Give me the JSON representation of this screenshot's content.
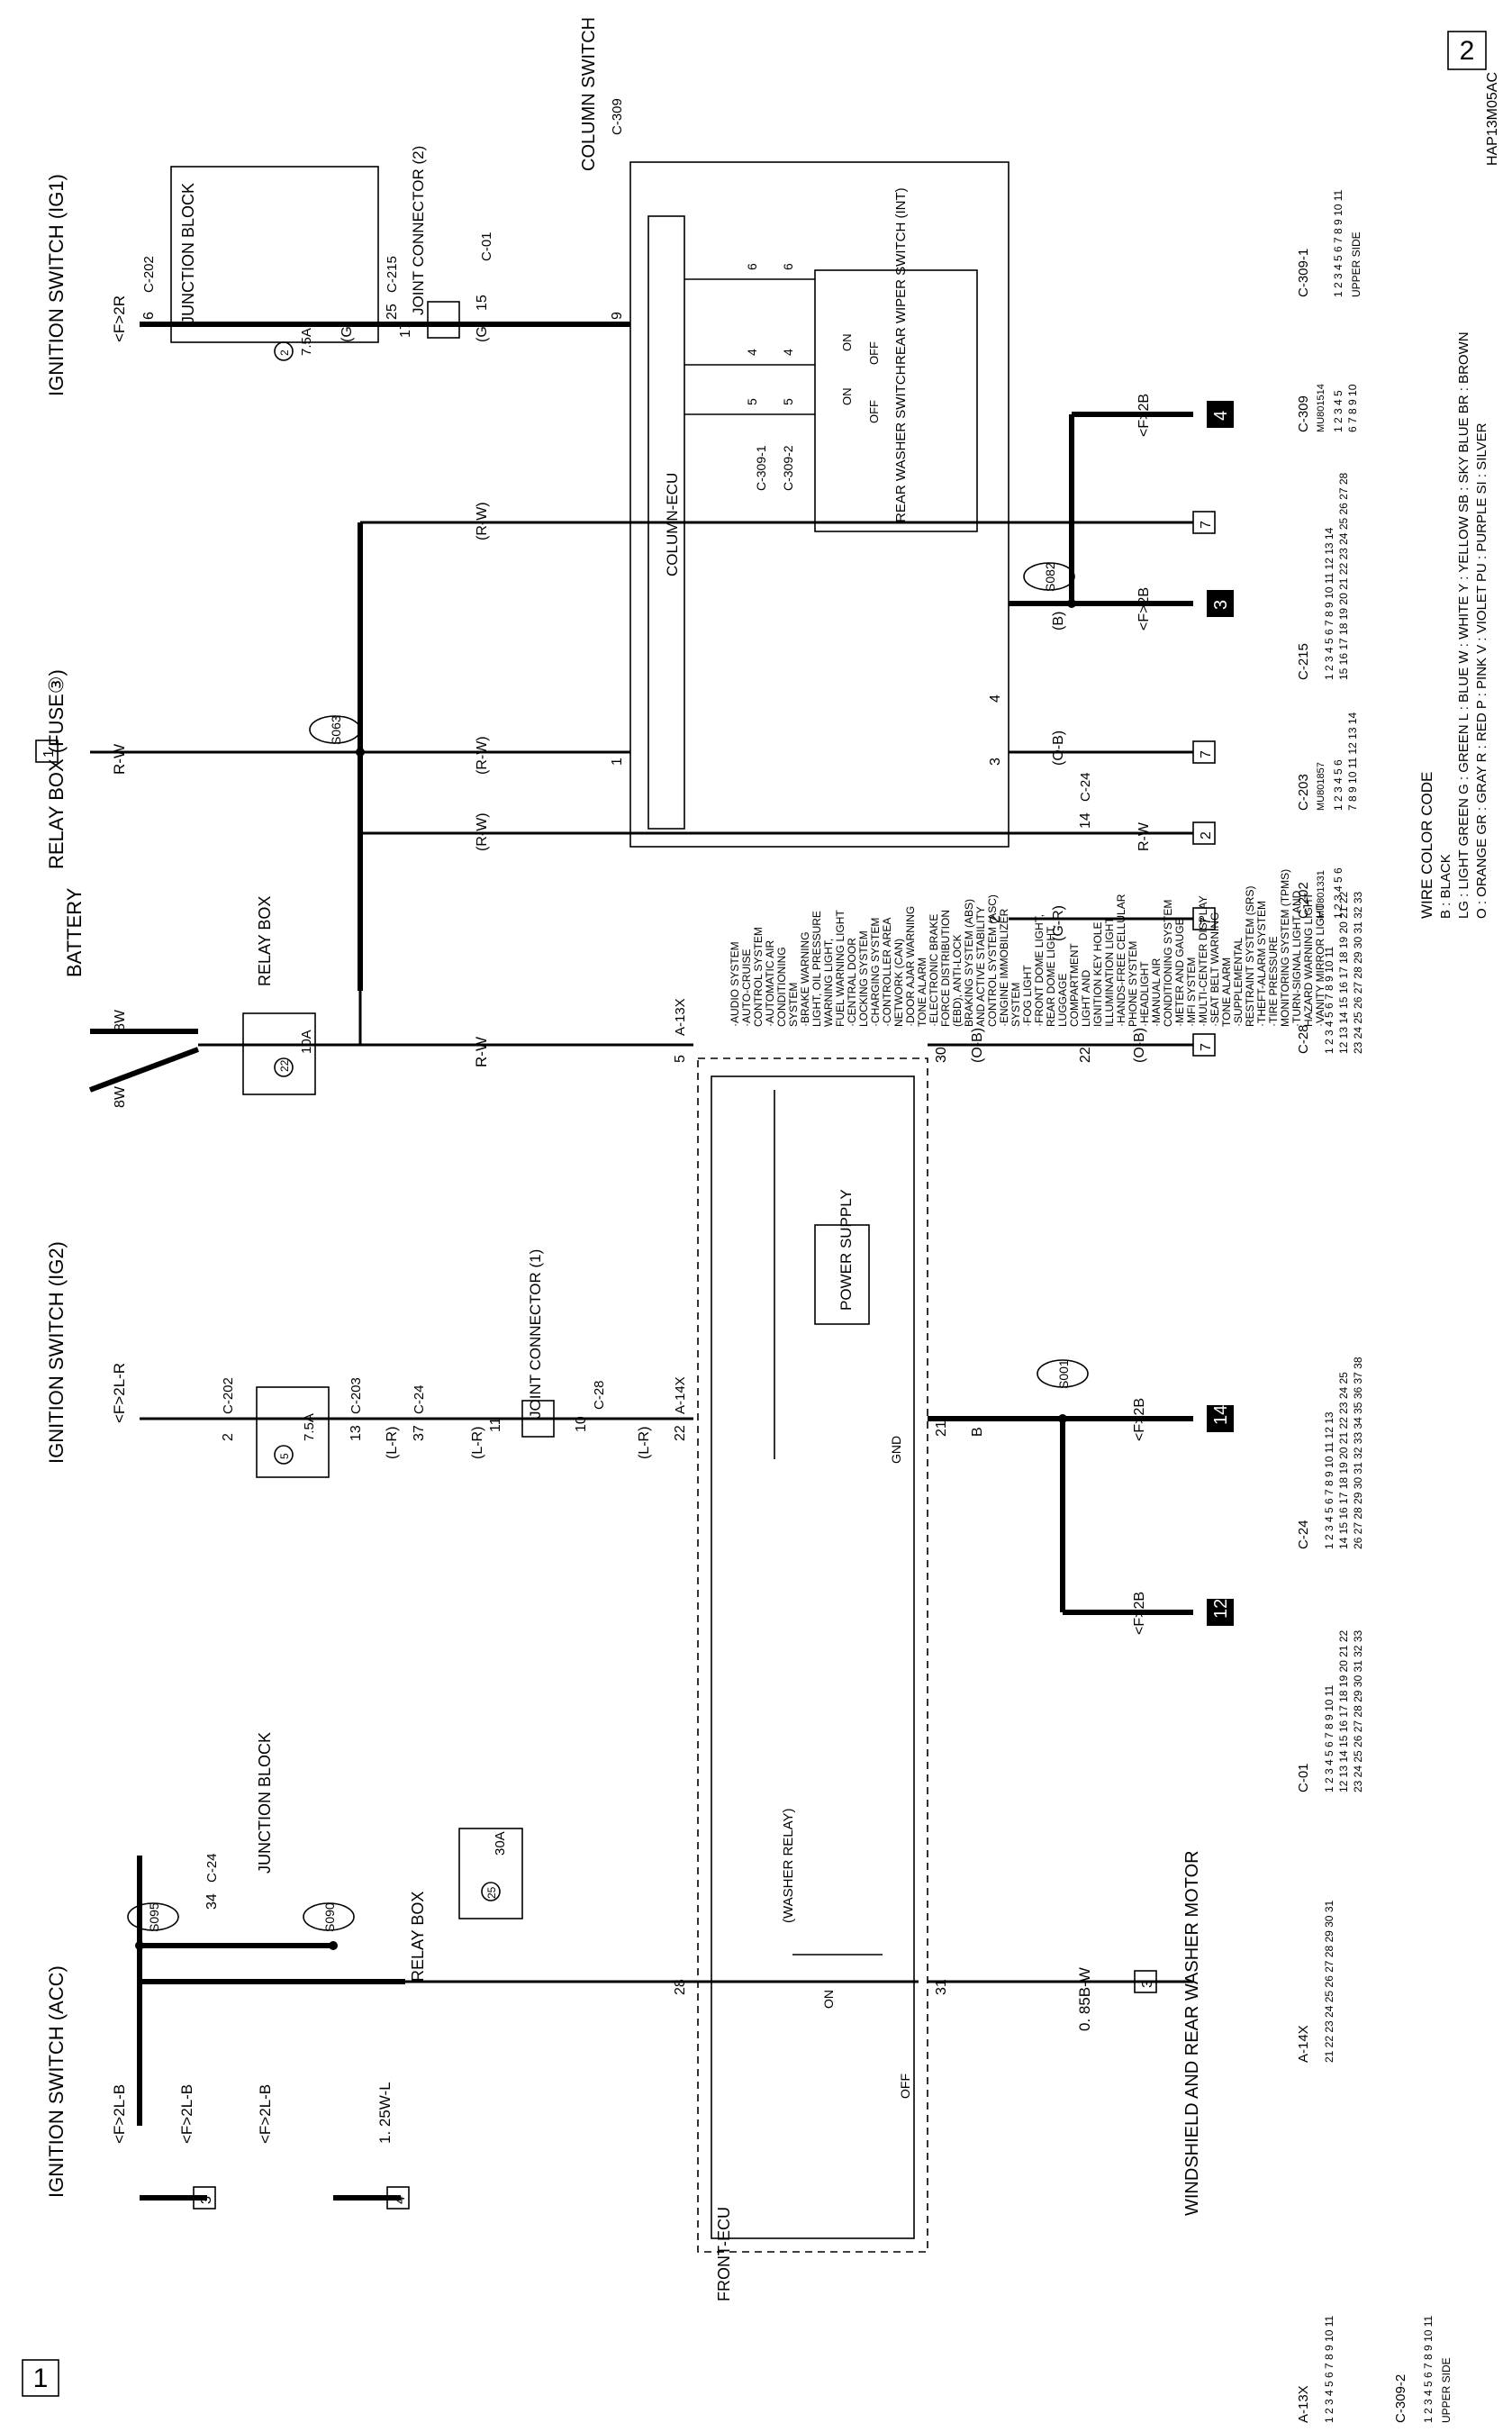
{
  "page_numbers": {
    "left": "1",
    "right": "2"
  },
  "drawing_code": "HAP13M05AC",
  "ignition": {
    "acc": "IGNITION SWITCH (ACC)",
    "ig2": "IGNITION SWITCH (IG2)",
    "ig1": "IGNITION SWITCH (IG1)"
  },
  "battery": "BATTERY",
  "relay_box": "RELAY BOX",
  "relay_box_fuse22": "RELAY BOX (FUSE③)",
  "junction_block": "JUNCTION BLOCK",
  "joint_connector_1": "JOINT CONNECTOR (1)",
  "joint_connector_2": "JOINT CONNECTOR (2)",
  "column_switch": "COLUMN SWITCH",
  "column_ecu": "COLUMN-ECU",
  "front_ecu": "FRONT-ECU",
  "power_supply": "POWER SUPPLY",
  "washer_relay": "(WASHER RELAY)",
  "washer_motor": "WINDSHIELD AND REAR WASHER MOTOR",
  "rear_washer_switch": "REAR WASHER SWITCH",
  "rear_wiper_switch": "REAR WIPER SWITCH (INT)",
  "gnd": "GND",
  "upper_side": "UPPER SIDE",
  "on": "ON",
  "off": "OFF",
  "fuses": {
    "f25": "25",
    "a30": "30A",
    "f5": "5",
    "a75": "7.5A",
    "f22": "22",
    "a10": "10A",
    "f2": "2",
    "a75b": "7.5A"
  },
  "splices": [
    "S095",
    "S090",
    "S001",
    "S063",
    "S082"
  ],
  "connectors": {
    "c24": "C-24",
    "c202": "C-202",
    "c203": "C-203",
    "c28": "C-28",
    "a14x": "A-14X",
    "a13x": "A-13X",
    "c215": "C-215",
    "c01": "C-01",
    "c309": "C-309",
    "c309_1": "C-309-1",
    "c309_2": "C-309-2"
  },
  "wires": {
    "f2lb": "<F>2L-B",
    "f2lr": "<F>2L-R",
    "f2r": "<F>2R",
    "f2b": "<F>2B",
    "lr": "(L-R)",
    "rw": "R-W",
    "rwp": "(R-W)",
    "ob": "(O-B)",
    "gr": "(G-R)",
    "g": "(G)",
    "b": "B",
    "bp": "(B)",
    "w125": "1. 25W-L",
    "w085": "0. 85B-W",
    "w8": "8W"
  },
  "pins": {
    "p34": "34",
    "p28": "28",
    "p31": "31",
    "p2": "2",
    "p13": "13",
    "p37": "37",
    "p11": "11",
    "p10": "10",
    "p22": "22",
    "p21": "21",
    "p5": "5",
    "p30": "30",
    "p14": "14",
    "p6": "6",
    "p25": "25",
    "p17": "17",
    "p15": "15",
    "p9": "9",
    "p1": "1",
    "p3": "3",
    "p4": "4",
    "p2b": "2"
  },
  "refs": {
    "r3": "3",
    "r4": "4",
    "r12": "12",
    "r14": "14",
    "r7": "7",
    "r2": "2",
    "r1": "1",
    "r3b": "3",
    "r4b": "4"
  },
  "system_list": [
    "·AUDIO SYSTEM",
    "·AUTO-CRUISE",
    " CONTROL SYSTEM",
    "·AUTOMATIC AIR",
    " CONDITIONING",
    " SYSTEM",
    "·BRAKE WARNING",
    " LIGHT, OIL PRESSURE",
    " WARNING LIGHT,",
    " FUEL WARNING LIGHT",
    "·CENTRAL DOOR",
    " LOCKING SYSTEM",
    "·CHARGING SYSTEM",
    "·CONTROLLER AREA",
    " NETWORK (CAN)",
    "·DOOR AJAR WARNING",
    " TONE ALARM",
    "·ELECTRONIC BRAKE",
    " FORCE DISTRIBUTION",
    " (EBD), ANTI-LOCK",
    " BRAKING SYSTEM (ABS)",
    " AND ACTIVE STABILITY",
    " CONTROL SYSTEM (ASC)",
    "·ENGINE IMMOBILIZER",
    " SYSTEM",
    "·FOG LIGHT",
    "·FRONT DOME LIGHT,",
    " REAR DOME LIGHT,",
    " LUGGAGE",
    " COMPARTMENT",
    " LIGHT AND",
    " IGNITION KEY HOLE",
    " ILLUMINATION LIGHT",
    "·HANDS-FREE CELLULAR",
    " PHONE SYSTEM",
    "·HEADLIGHT",
    "·MANUAL AIR",
    " CONDITIONING SYSTEM",
    "·METER AND GAUGE",
    "·MFI SYSTEM",
    "·MULTI-CENTER DISPLAY",
    "·SEAT BELT WARNING",
    " TONE ALARM",
    "·SUPPLEMENTAL",
    " RESTRAINT SYSTEM (SRS)",
    "·THEFT-ALARM SYSTEM",
    "·TIRE PRESSURE",
    " MONITORING SYSTEM (TPMS)",
    "·TURN-SIGNAL LIGHT AND",
    " HAZARD WARNING LIGHT",
    "·VANITY MIRROR LIGHT"
  ],
  "wire_color_code": {
    "title": "WIRE COLOR CODE",
    "lines": [
      "B : BLACK",
      "LG : LIGHT GREEN   G : GREEN   L : BLUE   W : WHITE   Y : YELLOW   SB : SKY BLUE   BR : BROWN",
      "O : ORANGE   GR : GRAY   R : RED   P : PINK   V : VIOLET   PU : PURPLE   SI : SILVER"
    ]
  },
  "part_numbers": {
    "c202": "MU801331",
    "c203": "MU801857",
    "c309": "MU801514"
  },
  "pinouts": {
    "seq11": "1 2 3 4 5 6 7 8 9 10 11",
    "a14x": "21 22 23 24 25 26 27 28 29 30 31",
    "c01_1": "1 2 3 4 5 6 7 8 9 10 11",
    "c01_2": "12 13 14 15 16 17 18 19 20 21 22",
    "c01_3": "23 24 25 26 27 28 29 30 31 32 33",
    "c28_1": "1 2 3 4 5 6 7 8 9 10 11",
    "c28_2": "12 13 14 15 16 17 18 19 20 21 22",
    "c28_3": "23 24 25 26 27 28 29 30 31 32 33",
    "c24_1": "1 2 3 4 5 6 7 8 9 10 11 12 13",
    "c24_2": "14 15 16 17 18 19 20 21 22 23 24 25",
    "c24_3": "26 27 28 29 30 31 32 33 34 35 36 37 38",
    "c202": "1 2 3 4 5 6",
    "c203_1": "1 2 3 4 5 6",
    "c203_2": "7 8 9 10 11 12 13 14",
    "c215_1": "1 2 3 4 5 6 7 8 9 10 11 12 13 14",
    "c215_2": "15 16 17 18 19 20 21 22 23 24 25 26 27 28",
    "c309_1row": "1 2 3 4 5",
    "c309_2row": "6 7 8 9 10"
  }
}
